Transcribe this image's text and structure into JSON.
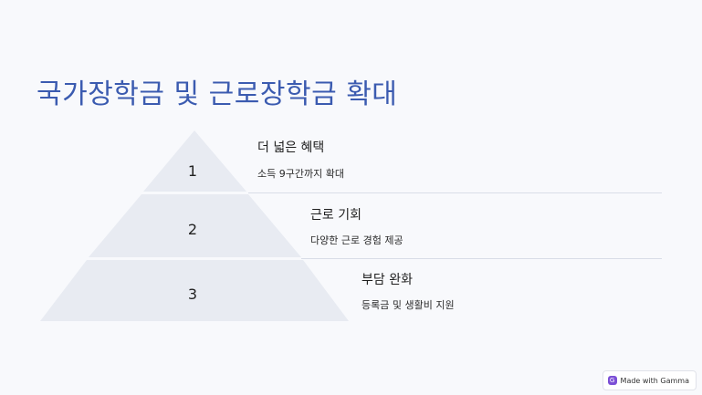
{
  "slide": {
    "title": "국가장학금 및 근로장학금 확대",
    "levels": [
      {
        "number": "1",
        "title": "더 넓은 혜택",
        "description": "소득 9구간까지 확대"
      },
      {
        "number": "2",
        "title": "근로 기회",
        "description": "다양한 근로 경험 제공"
      },
      {
        "number": "3",
        "title": "부담 완화",
        "description": "등록금 및 생활비 지원"
      }
    ]
  },
  "badge": {
    "label": "Made with Gamma",
    "icon": "gamma-logo-icon"
  },
  "colors": {
    "title": "#3b5bb0",
    "pyramid_fill": "#e8ebf2",
    "divider": "#d9dde7",
    "background": "#f8f9fc"
  }
}
